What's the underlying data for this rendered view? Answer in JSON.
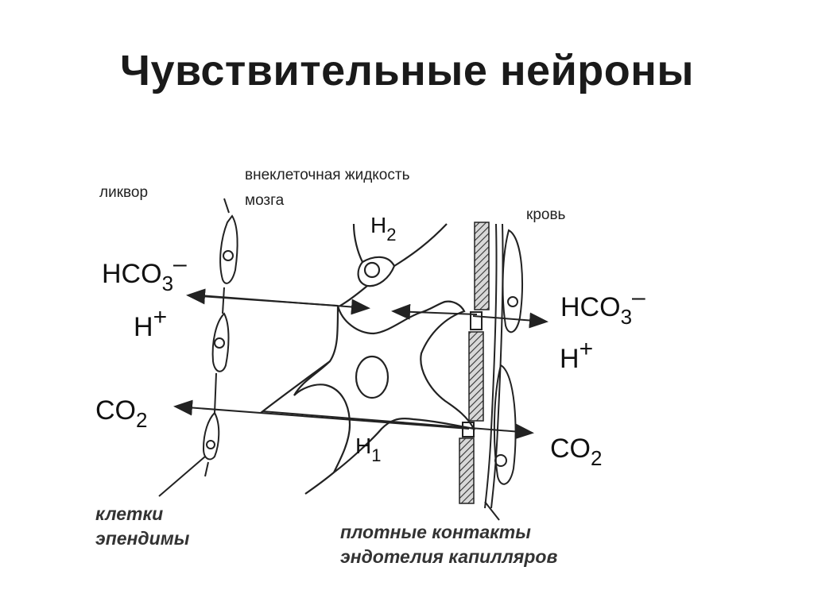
{
  "title": "Чувствительные нейроны",
  "labels": {
    "liquor": "ликвор",
    "ecf_line1": "внеклеточная жидкость",
    "ecf_line2": "мозга",
    "blood": "кровь"
  },
  "chem_left": {
    "hco3": {
      "base": "HCO",
      "sub": "3",
      "sup": "–"
    },
    "h": {
      "base": "H",
      "sup": "+"
    },
    "co2": {
      "base": "CO",
      "sub": "2"
    }
  },
  "chem_right": {
    "hco3": {
      "base": "HCO",
      "sub": "3",
      "sup": "–"
    },
    "h": {
      "base": "H",
      "sup": "+"
    },
    "co2": {
      "base": "CO",
      "sub": "2"
    }
  },
  "neurons": {
    "h2": {
      "base": "H",
      "sub": "2"
    },
    "h1": {
      "base": "H",
      "sub": "1"
    }
  },
  "notes": {
    "ependyma_line1": "клетки",
    "ependyma_line2": "эпендимы",
    "tight_line1": "плотные контакты",
    "tight_line2": "эндотелия капилляров"
  }
}
